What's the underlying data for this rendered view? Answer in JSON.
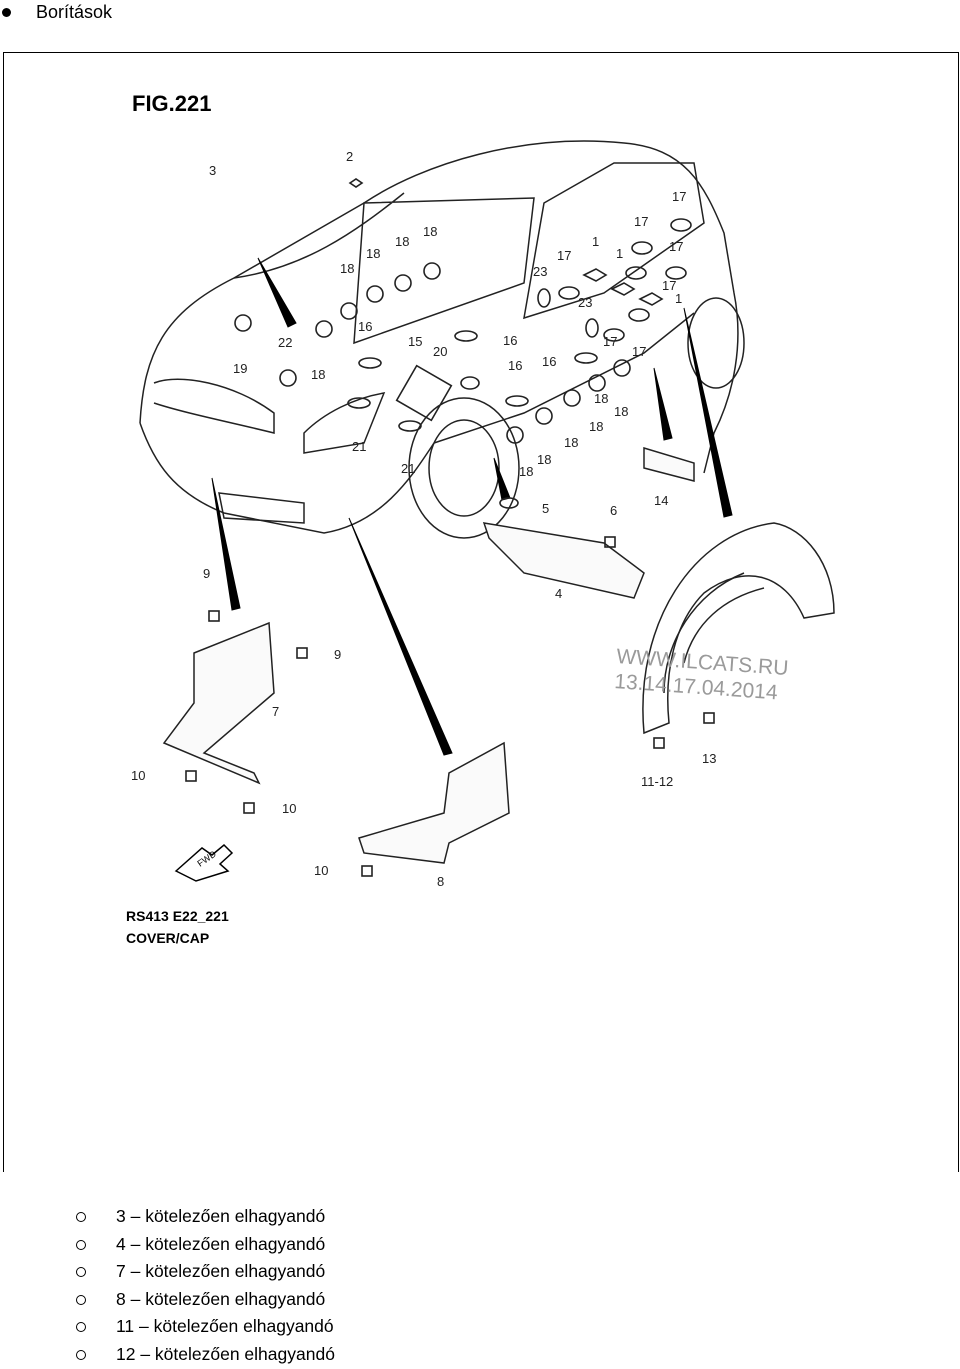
{
  "heading": {
    "title": "Borítások"
  },
  "figure": {
    "fig_label": "FIG.221",
    "code": "RS413 E22_221",
    "caption": "COVER/CAP",
    "fwd_label": "FWD",
    "watermark_site": "WWW.ILCATS.RU",
    "watermark_date": "13.14.17.04.2014",
    "callouts": [
      "1",
      "1",
      "1",
      "2",
      "3",
      "4",
      "5",
      "6",
      "7",
      "8",
      "9",
      "9",
      "10",
      "10",
      "10",
      "11-12",
      "13",
      "14",
      "15",
      "16",
      "16",
      "16",
      "16",
      "17",
      "17",
      "17",
      "17",
      "17",
      "17",
      "17",
      "18",
      "18",
      "18",
      "18",
      "18",
      "18",
      "18",
      "18",
      "18",
      "18",
      "18",
      "19",
      "20",
      "21",
      "21",
      "22",
      "23",
      "23"
    ]
  },
  "notes": [
    "3 – kötelezően elhagyandó",
    "4 – kötelezően elhagyandó",
    "7 – kötelezően elhagyandó",
    "8 – kötelezően elhagyandó",
    "11 – kötelezően elhagyandó",
    "12 – kötelezően elhagyandó"
  ]
}
